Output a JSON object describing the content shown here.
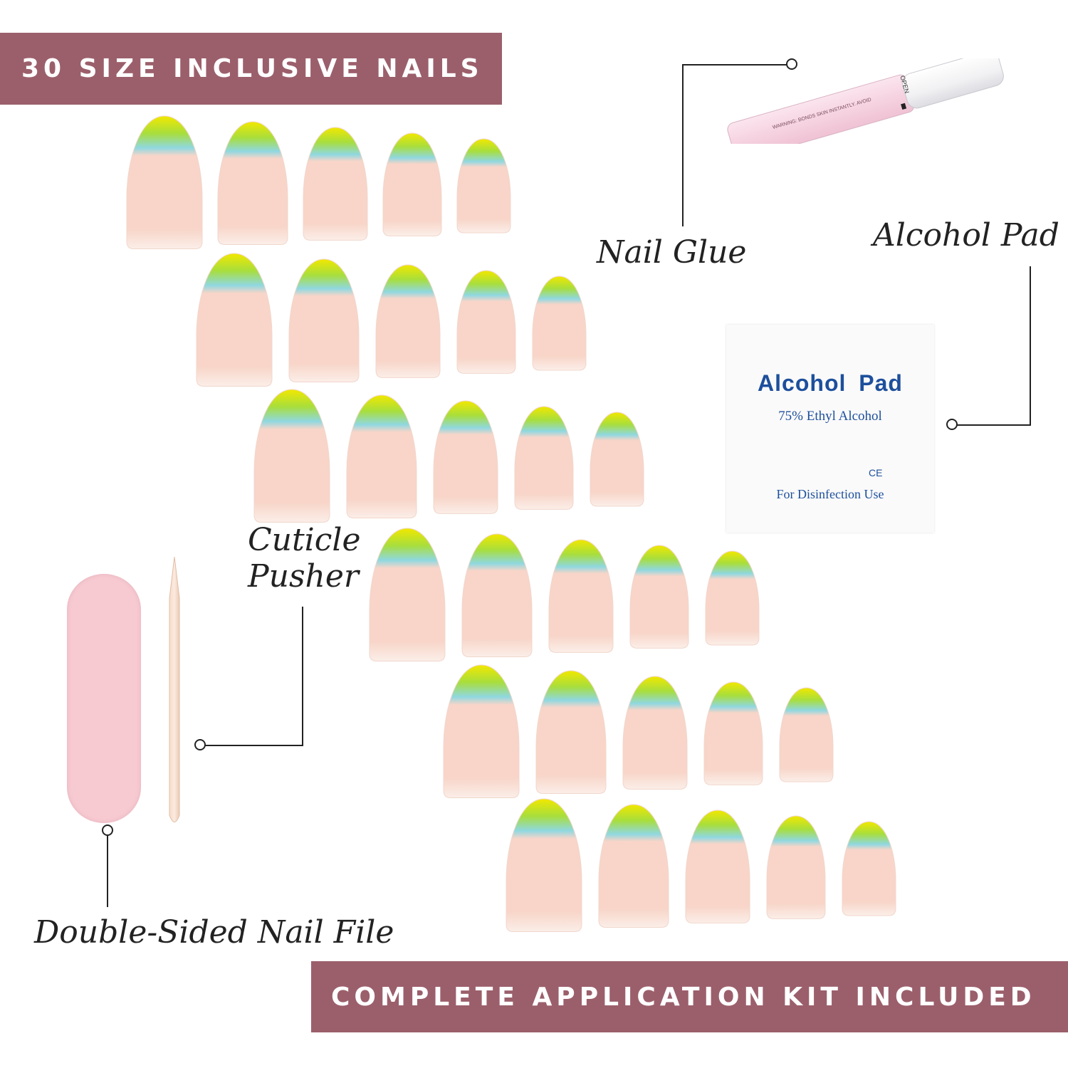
{
  "banners": {
    "top": "30 SIZE INCLUSIVE NAILS",
    "bottom": "COMPLETE APPLICATION KIT INCLUDED"
  },
  "labels": {
    "nail_glue": "Nail Glue",
    "alcohol_pad": "Alcohol Pad",
    "cuticle_pusher_line1": "Cuticle",
    "cuticle_pusher_line2": "Pusher",
    "nail_file": "Double-Sided Nail File"
  },
  "alcohol_pad_packet": {
    "title": "Alcohol Pad",
    "subtitle": "75% Ethyl Alcohol",
    "mark": "CE",
    "use": "For Disinfection Use"
  },
  "glue_tube": {
    "open_label": "OPEN",
    "warning": "WARNING: BONDS SKIN INSTANTLY. AVOID"
  },
  "nails": {
    "count": 30,
    "rows": 6,
    "per_row": 5,
    "colors": {
      "base": "#f8d5c8",
      "tip": "#f1e800",
      "mid": "#a8de3c",
      "edge": "#8fd8e0"
    }
  },
  "colors": {
    "banner": "#9b5f6b",
    "pad_text": "#1d4f9c",
    "file": "#f7c9d1"
  }
}
